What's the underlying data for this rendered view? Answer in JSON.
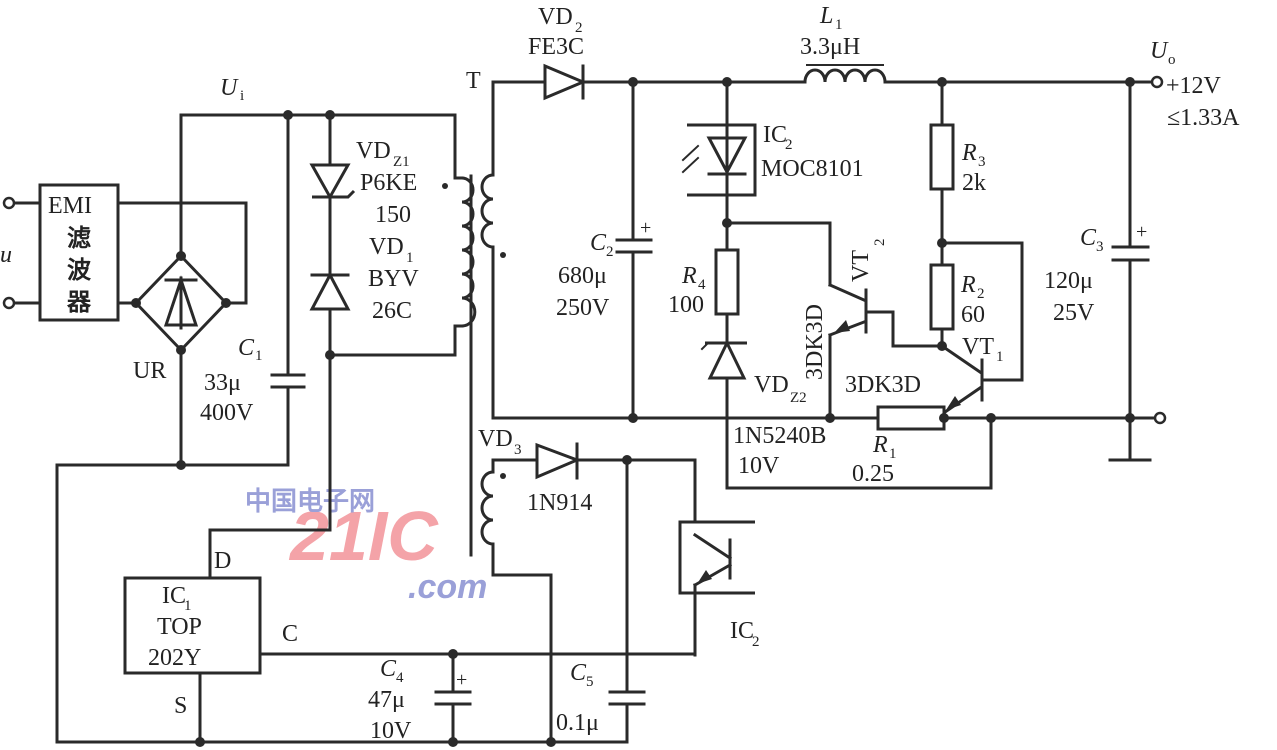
{
  "diagram": {
    "title": "TOP202Y flyback switching power supply schematic",
    "input": {
      "label": "u",
      "filter_line1": "EMI",
      "filter_line2": "滤",
      "filter_line3": "波",
      "filter_line4": "器",
      "bridge": "UR",
      "rail": "U",
      "rail_sub": "i"
    },
    "components": {
      "c1": {
        "name": "C",
        "sub": "1",
        "value": "33μ",
        "rating": "400V"
      },
      "vdz1": {
        "name": "VD",
        "sub": "Z1",
        "part1": "P6KE",
        "part2": "150"
      },
      "vd1": {
        "name": "VD",
        "sub": "1",
        "part1": "BYV",
        "part2": "26C"
      },
      "transformer": {
        "name": "T"
      },
      "vd2": {
        "name": "VD",
        "sub": "2",
        "part": "FE3C"
      },
      "l1": {
        "name": "L",
        "sub": "1",
        "value": "3.3μH"
      },
      "c2": {
        "name": "C",
        "sub": "2",
        "value": "680μ",
        "rating": "250V",
        "polarity": "+"
      },
      "ic2_led": {
        "name": "IC",
        "sub": "2",
        "part": "MOC8101"
      },
      "r3": {
        "name": "R",
        "sub": "3",
        "value": "2k"
      },
      "r4": {
        "name": "R",
        "sub": "4",
        "value": "100"
      },
      "r2": {
        "name": "R",
        "sub": "2",
        "value": "60"
      },
      "vt2": {
        "name": "VT",
        "sub": "2",
        "part": "3DK3D"
      },
      "vt1": {
        "name": "VT",
        "sub": "1",
        "part": "3DK3D"
      },
      "vdz2": {
        "name": "VD",
        "sub": "Z2",
        "part": "1N5240B",
        "rating": "10V"
      },
      "r1": {
        "name": "R",
        "sub": "1",
        "value": "0.25"
      },
      "c3": {
        "name": "C",
        "sub": "3",
        "value": "120μ",
        "rating": "25V",
        "polarity": "+"
      },
      "vd3": {
        "name": "VD",
        "sub": "3",
        "part": "1N914"
      },
      "ic2_tr": {
        "name": "IC",
        "sub": "2"
      },
      "ic1": {
        "name": "IC",
        "sub": "1",
        "part1": "TOP",
        "part2": "202Y",
        "pin_d": "D",
        "pin_c": "C",
        "pin_s": "S"
      },
      "c4": {
        "name": "C",
        "sub": "4",
        "value": "47μ",
        "rating": "10V",
        "polarity": "+"
      },
      "c5": {
        "name": "C",
        "sub": "5",
        "value": "0.1μ"
      }
    },
    "output": {
      "label": "U",
      "label_sub": "o",
      "voltage": "+12V",
      "current": "≤1.33A"
    },
    "watermark": {
      "main": "21IC",
      "cn": "中国电子网",
      "domain": ".com"
    },
    "colors": {
      "wire": "#2a2a2a",
      "watermark_red": "#f4a3a8",
      "watermark_blue": "#9aa0d8"
    }
  }
}
